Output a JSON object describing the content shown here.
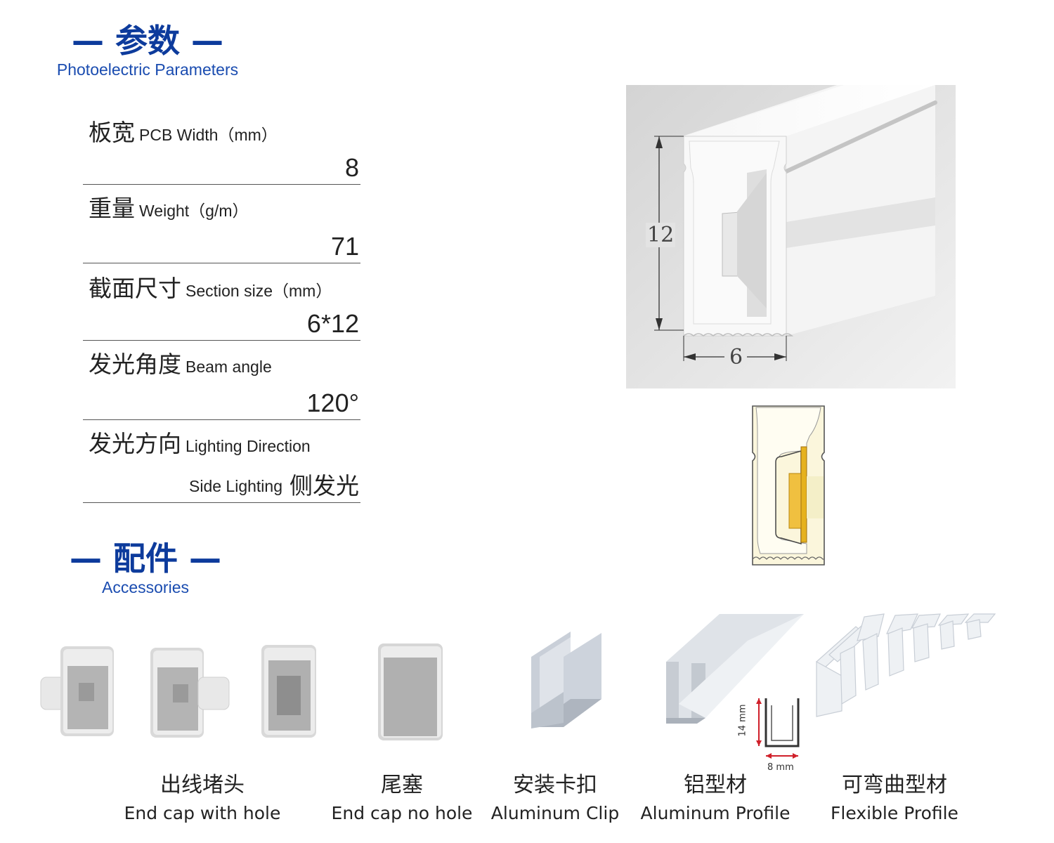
{
  "params_section": {
    "title_cn": "参数",
    "dash": "—",
    "subtitle": "Photoelectric Parameters"
  },
  "params": [
    {
      "label_cn": "板宽",
      "label_en": "PCB Width（mm）",
      "value": "8"
    },
    {
      "label_cn": "重量",
      "label_en": "Weight（g/m）",
      "value": "71"
    },
    {
      "label_cn": "截面尺寸",
      "label_en": "Section size（mm）",
      "value": "6*12"
    },
    {
      "label_cn": "发光角度",
      "label_en": "Beam angle",
      "value": "120°"
    },
    {
      "label_cn": "发光方向",
      "label_en": "Lighting Direction",
      "value_en": "Side Lighting",
      "value": "侧发光"
    }
  ],
  "drawing": {
    "height_dim": "12",
    "width_dim": "6"
  },
  "accessories_section": {
    "title_cn": "配件",
    "dash": "—",
    "subtitle": "Accessories"
  },
  "profile_dims": {
    "height": "14 mm",
    "width": "8 mm"
  },
  "accessories": [
    {
      "name_cn": "出线堵头",
      "name_en": "End cap with hole"
    },
    {
      "name_cn": "尾塞",
      "name_en": "End cap no hole"
    },
    {
      "name_cn": "安装卡扣",
      "name_en": "Aluminum Clip"
    },
    {
      "name_cn": "铝型材",
      "name_en": "Aluminum Profile"
    },
    {
      "name_cn": "可弯曲型材",
      "name_en": "Flexible Profile"
    }
  ],
  "colors": {
    "accent": "#0d3b9c",
    "subtitle": "#1a4cb0",
    "dimension_red": "#d0202a",
    "led_yellow": "#f0c040",
    "diffuser": "#fbf6dc"
  }
}
